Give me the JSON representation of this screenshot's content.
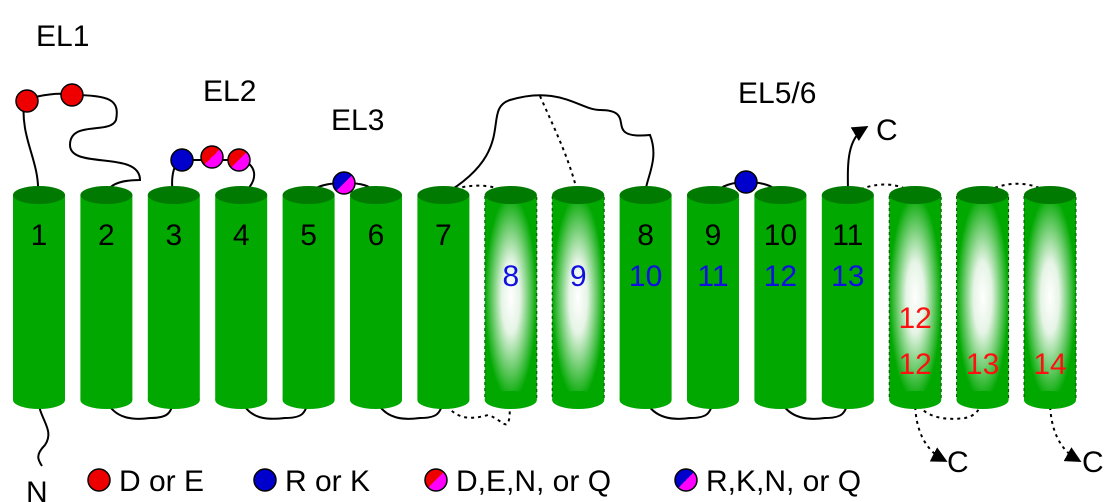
{
  "labels": {
    "el1": "EL1",
    "el2": "EL2",
    "el3": "EL3",
    "el56": "EL5/6",
    "n_term": "N",
    "c_term_main": "C",
    "c_term_a": "C",
    "c_term_b": "C"
  },
  "helices": [
    {
      "id": "h1",
      "style": "solid",
      "numbers": [
        {
          "text": "1",
          "color": "black"
        }
      ]
    },
    {
      "id": "h2",
      "style": "solid",
      "numbers": [
        {
          "text": "2",
          "color": "black"
        }
      ]
    },
    {
      "id": "h3",
      "style": "solid",
      "numbers": [
        {
          "text": "3",
          "color": "black"
        }
      ]
    },
    {
      "id": "h4",
      "style": "solid",
      "numbers": [
        {
          "text": "4",
          "color": "black"
        }
      ]
    },
    {
      "id": "h5",
      "style": "solid",
      "numbers": [
        {
          "text": "5",
          "color": "black"
        }
      ]
    },
    {
      "id": "h6",
      "style": "solid",
      "numbers": [
        {
          "text": "6",
          "color": "black"
        }
      ]
    },
    {
      "id": "h7",
      "style": "solid",
      "numbers": [
        {
          "text": "7",
          "color": "black"
        }
      ]
    },
    {
      "id": "h8",
      "style": "faded",
      "numbers": [
        {
          "text": "8",
          "color": "blue"
        }
      ]
    },
    {
      "id": "h9",
      "style": "faded",
      "numbers": [
        {
          "text": "9",
          "color": "blue"
        }
      ]
    },
    {
      "id": "h10",
      "style": "solid",
      "numbers": [
        {
          "text": "8",
          "color": "black"
        },
        {
          "text": "10",
          "color": "blue"
        }
      ]
    },
    {
      "id": "h11",
      "style": "solid",
      "numbers": [
        {
          "text": "9",
          "color": "black"
        },
        {
          "text": "11",
          "color": "blue"
        }
      ]
    },
    {
      "id": "h12",
      "style": "solid",
      "numbers": [
        {
          "text": "10",
          "color": "black"
        },
        {
          "text": "12",
          "color": "blue"
        }
      ]
    },
    {
      "id": "h13",
      "style": "solid",
      "numbers": [
        {
          "text": "11",
          "color": "black"
        },
        {
          "text": "13",
          "color": "blue"
        }
      ]
    },
    {
      "id": "h14",
      "style": "faded",
      "numbers": [
        {
          "text": "12",
          "color": "red"
        },
        {
          "text": "12",
          "color": "red"
        }
      ]
    },
    {
      "id": "h15",
      "style": "faded",
      "numbers": [
        {
          "text": "13",
          "color": "red"
        }
      ]
    },
    {
      "id": "h16",
      "style": "faded",
      "numbers": [
        {
          "text": "14",
          "color": "red"
        }
      ]
    }
  ],
  "legend": [
    {
      "type": "acidic",
      "label": "D or E"
    },
    {
      "type": "basic",
      "label": "R or K"
    },
    {
      "type": "acidic-polar",
      "label": "D,E,N, or Q"
    },
    {
      "type": "basic-polar",
      "label": "R,K,N, or Q"
    }
  ],
  "colors": {
    "helix": "#00a800",
    "helix_top": "#007a00",
    "number_black": "#000000",
    "number_blue": "#1010e0",
    "number_red": "#ff1010",
    "acidic": "#ee0000",
    "basic": "#0000cc",
    "polar": "#ff00ff"
  }
}
